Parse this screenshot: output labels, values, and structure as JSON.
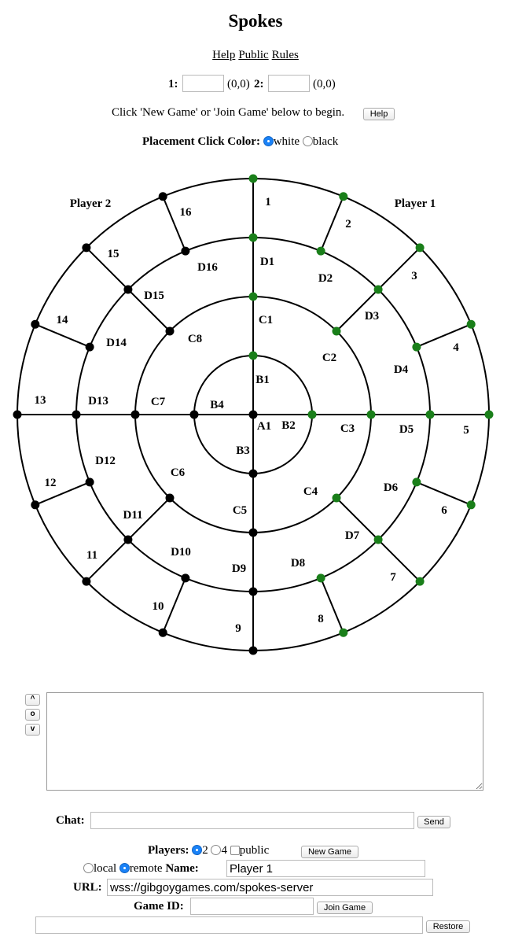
{
  "title": "Spokes",
  "links": {
    "help": "Help",
    "public": "Public",
    "rules": "Rules"
  },
  "score": {
    "p1_label": "1:",
    "p1_value": "",
    "p1_score": "(0,0)",
    "p2_label": "2:",
    "p2_value": "",
    "p2_score": "(0,0)"
  },
  "instruction": "Click 'New Game' or 'Join Game' below to begin.",
  "instruction_help_label": "Help",
  "placement": {
    "label": "Placement Click Color:",
    "option_white": "white",
    "option_black": "black",
    "selected": "white"
  },
  "board": {
    "player2_label": "Player 2",
    "player1_label": "Player 1",
    "colors": {
      "green_stone": "#1a7f1a",
      "black_stone": "#000000",
      "line": "#000000"
    },
    "labels": [
      "1",
      "2",
      "3",
      "4",
      "5",
      "6",
      "7",
      "8",
      "9",
      "10",
      "11",
      "12",
      "13",
      "14",
      "15",
      "16",
      "D1",
      "D2",
      "D3",
      "D4",
      "D5",
      "D6",
      "D7",
      "D8",
      "D9",
      "D10",
      "D11",
      "D12",
      "D13",
      "D14",
      "D15",
      "D16",
      "C1",
      "C2",
      "C3",
      "C4",
      "C5",
      "C6",
      "C7",
      "C8",
      "B1",
      "B2",
      "B3",
      "B4",
      "A1"
    ]
  },
  "scroll_buttons": {
    "up": "^",
    "center": "o",
    "down": "v"
  },
  "log_text": "",
  "chat": {
    "label": "Chat:",
    "value": "",
    "send_label": "Send"
  },
  "players": {
    "label": "Players:",
    "option_2": "2",
    "option_4": "4",
    "public_label": "public",
    "selected": "2",
    "new_game_label": "New Game"
  },
  "mode": {
    "local_label": "local",
    "remote_label": "remote",
    "selected": "remote",
    "name_label": "Name:",
    "name_value": "Player 1"
  },
  "url": {
    "label": "URL:",
    "value": "wss://gibgoygames.com/spokes-server"
  },
  "game_id": {
    "label": "Game ID:",
    "value": "",
    "join_label": "Join Game"
  },
  "restore": {
    "value": "",
    "label": "Restore"
  }
}
